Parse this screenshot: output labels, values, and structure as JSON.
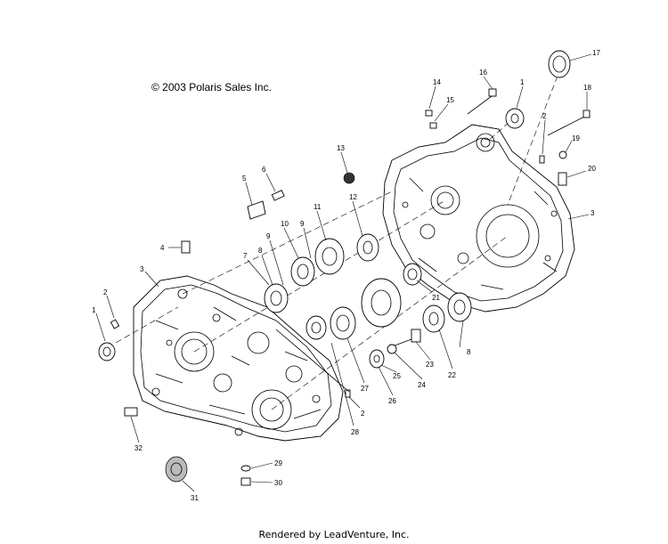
{
  "copyright": "© 2003 Polaris Sales Inc.",
  "footer": "Rendered by LeadVenture, Inc.",
  "callouts": [
    "1",
    "2",
    "3",
    "4",
    "5",
    "6",
    "7",
    "8",
    "9",
    "10",
    "11",
    "12",
    "13",
    "14",
    "15",
    "16",
    "17",
    "18",
    "19",
    "20",
    "21",
    "22",
    "23",
    "24",
    "25",
    "26",
    "27",
    "28",
    "29",
    "30",
    "31",
    "32"
  ]
}
